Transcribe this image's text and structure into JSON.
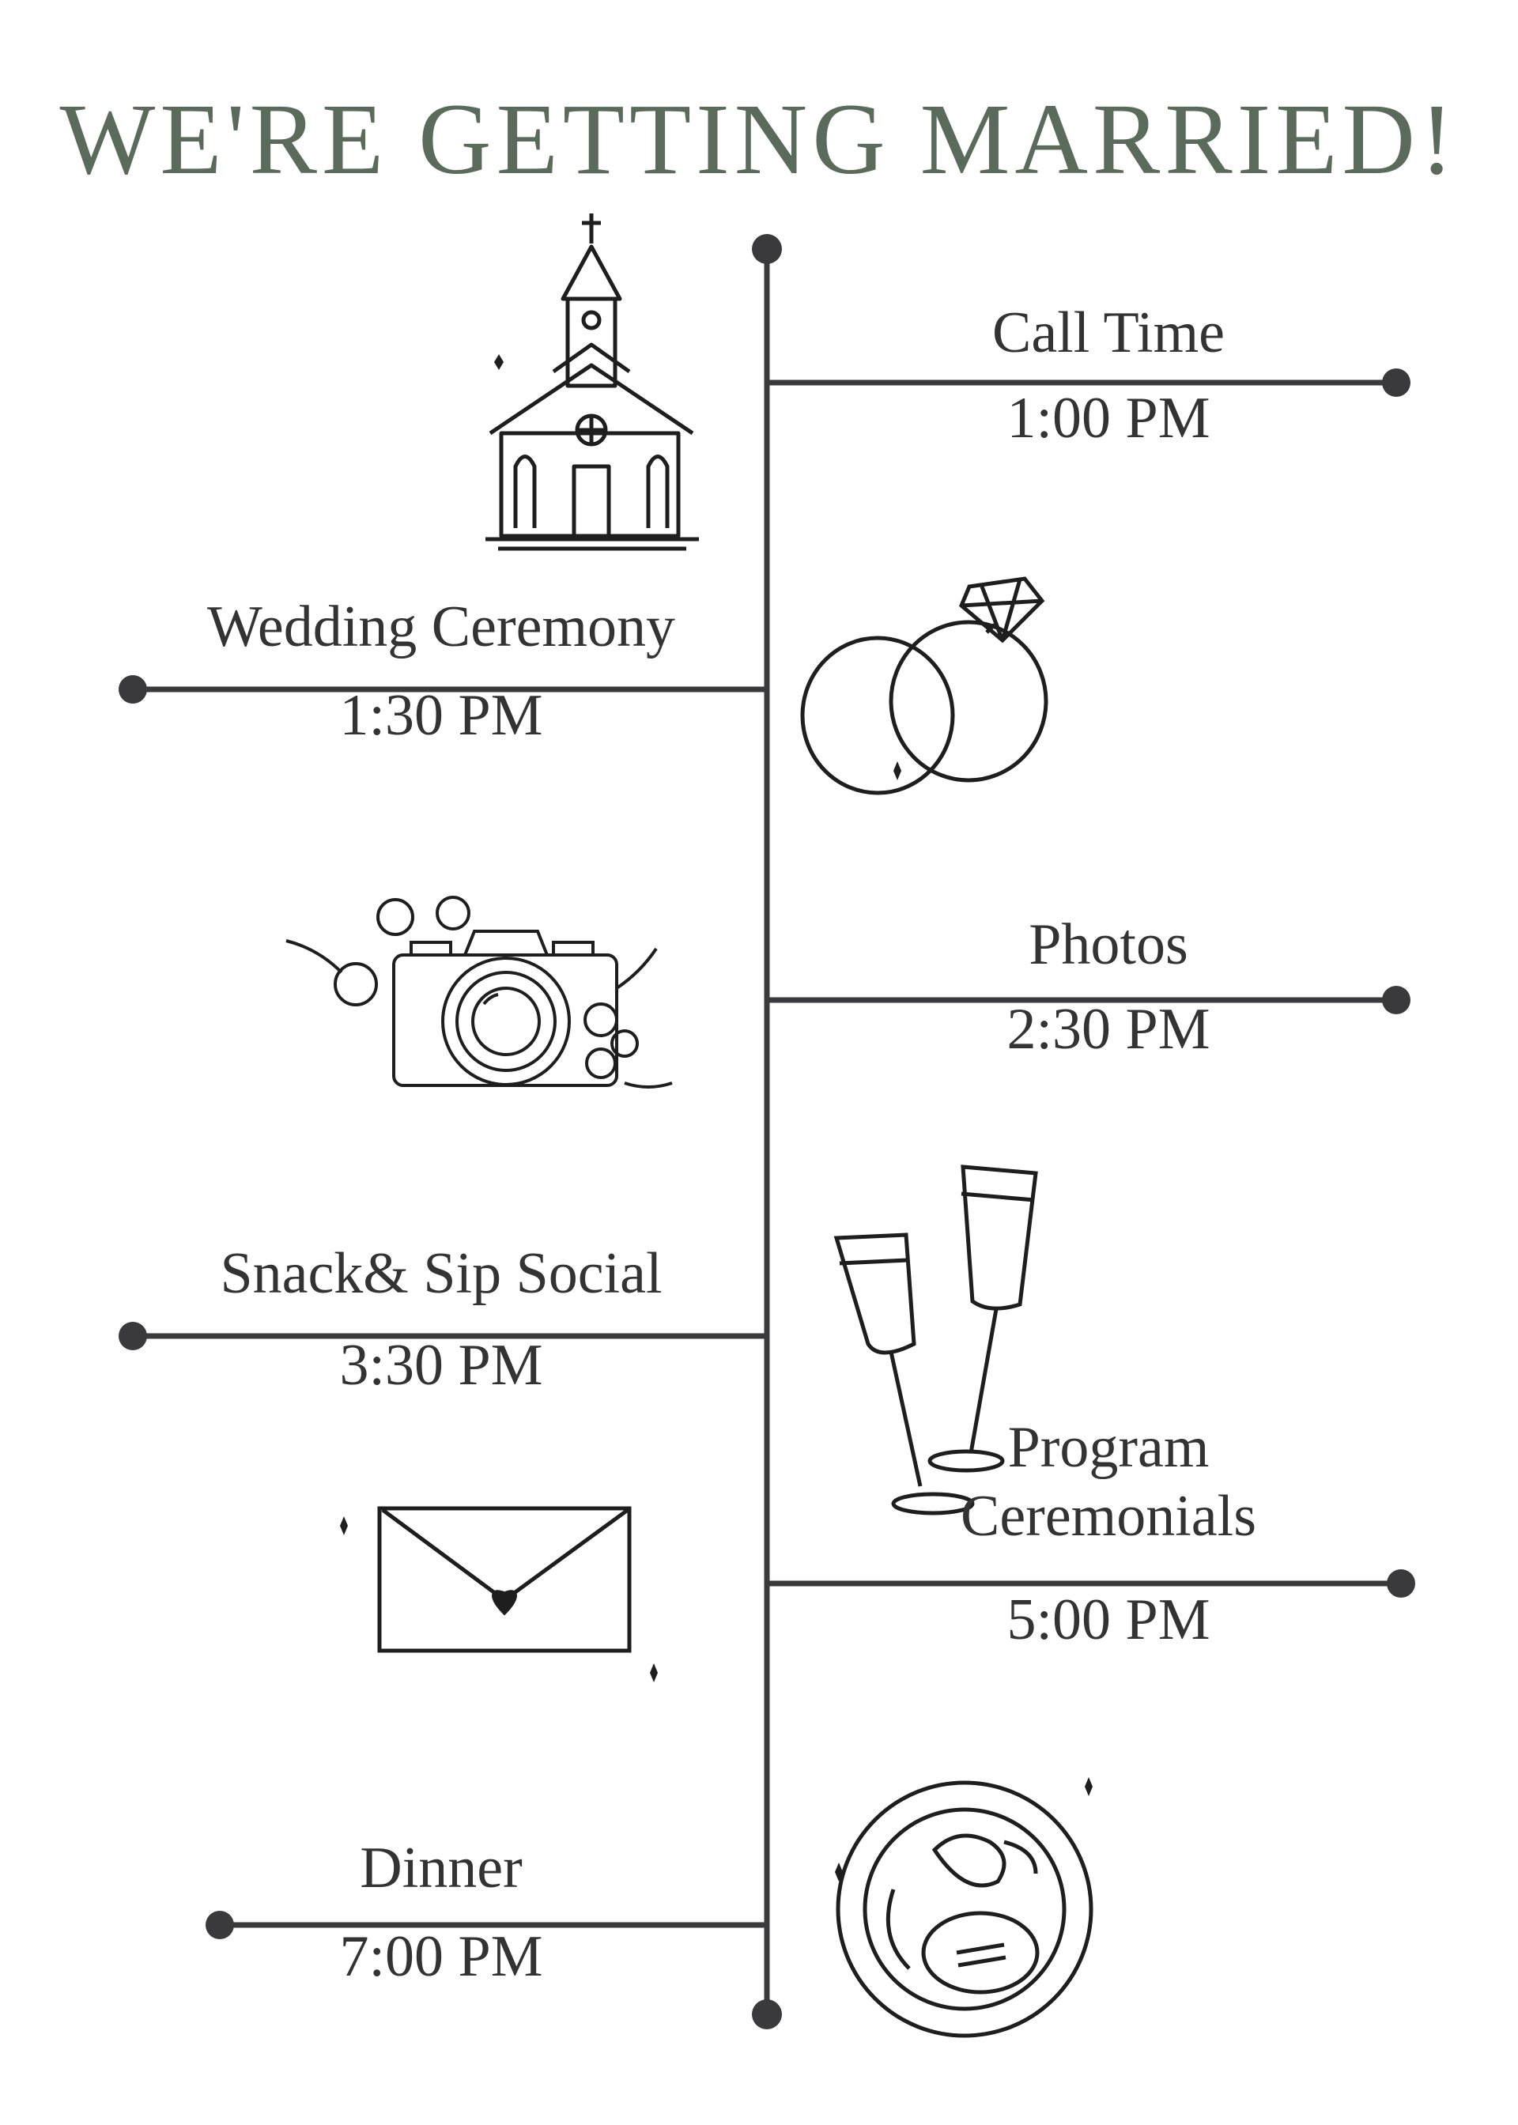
{
  "header": {
    "title": "WE'RE GETTING MARRIED!"
  },
  "colors": {
    "title": "#5b6b5b",
    "line": "#3a3a3c",
    "ink": "#1e1e1e"
  },
  "timeline": {
    "events": [
      {
        "name": "Call Time",
        "time": "1:00 PM",
        "side": "right",
        "icon": "church-icon"
      },
      {
        "name": "Wedding Ceremony",
        "time": "1:30 PM",
        "side": "left",
        "icon": "rings-icon"
      },
      {
        "name": "Photos",
        "time": "2:30 PM",
        "side": "right",
        "icon": "camera-icon"
      },
      {
        "name": "Snack& Sip Social",
        "time": "3:30 PM",
        "side": "left",
        "icon": "champagne-glasses-icon"
      },
      {
        "name": "Program Ceremonials",
        "time": "5:00 PM",
        "side": "right",
        "icon": "envelope-icon"
      },
      {
        "name": "Dinner",
        "time": "7:00 PM",
        "side": "left",
        "icon": "dinner-plate-icon"
      }
    ]
  }
}
